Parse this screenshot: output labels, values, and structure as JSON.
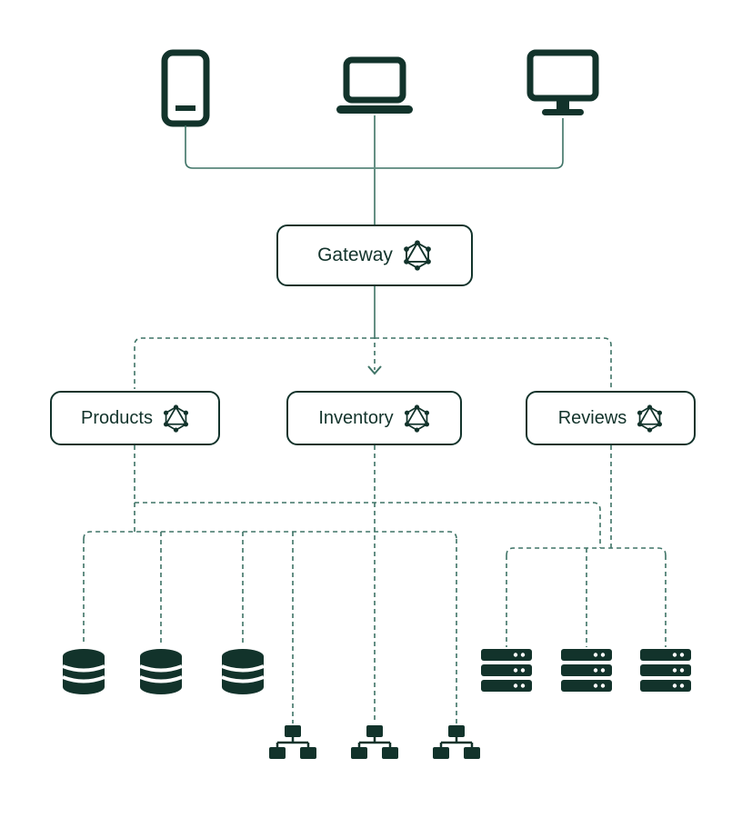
{
  "diagram": {
    "gateway": {
      "label": "Gateway",
      "icon": "graphql-icon"
    },
    "services": [
      {
        "label": "Products",
        "icon": "graphql-icon"
      },
      {
        "label": "Inventory",
        "icon": "graphql-icon"
      },
      {
        "label": "Reviews",
        "icon": "graphql-icon"
      }
    ],
    "clients": [
      {
        "icon": "tablet-icon"
      },
      {
        "icon": "laptop-icon"
      },
      {
        "icon": "desktop-icon"
      }
    ],
    "data_stores": {
      "databases": 3,
      "servers": 3,
      "networks": 3
    }
  },
  "colors": {
    "ink": "#12332b",
    "line": "#3e7366",
    "box_background": "#ffffff",
    "background": "#ffffff"
  }
}
